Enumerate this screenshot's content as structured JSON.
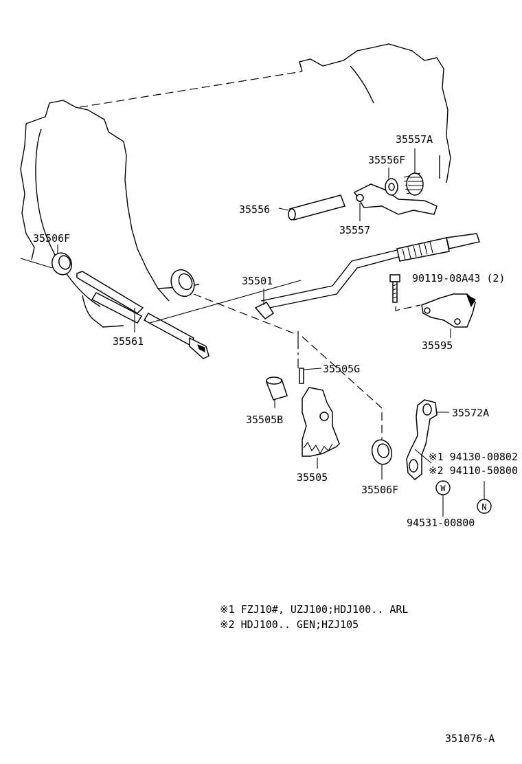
{
  "diagram": {
    "callouts": [
      {
        "id": "35557A",
        "text": "35557A"
      },
      {
        "id": "35556F",
        "text": "35556F"
      },
      {
        "id": "35556",
        "text": "35556"
      },
      {
        "id": "35557",
        "text": "35557"
      },
      {
        "id": "35506F_top",
        "text": "35506F"
      },
      {
        "id": "35501",
        "text": "35501"
      },
      {
        "id": "90119",
        "text": "90119-08A43 (2)"
      },
      {
        "id": "35561",
        "text": "35561"
      },
      {
        "id": "35595",
        "text": "35595"
      },
      {
        "id": "35505G",
        "text": "35505G"
      },
      {
        "id": "35572A",
        "text": "35572A"
      },
      {
        "id": "35505B",
        "text": "35505B"
      },
      {
        "id": "94130",
        "text": "※1 94130-00802"
      },
      {
        "id": "94110",
        "text": "※2 94110-50800"
      },
      {
        "id": "35505",
        "text": "35505"
      },
      {
        "id": "35506F_bottom",
        "text": "35506F"
      },
      {
        "id": "94531",
        "text": "94531-00800"
      }
    ],
    "symbols": {
      "w": "W",
      "n": "N"
    },
    "notes": [
      "※1 FZJ10#, UZJ100;HDJ100.. ARL",
      "※2 HDJ100.. GEN;HZJ105"
    ],
    "ref_code": "351076-A"
  }
}
